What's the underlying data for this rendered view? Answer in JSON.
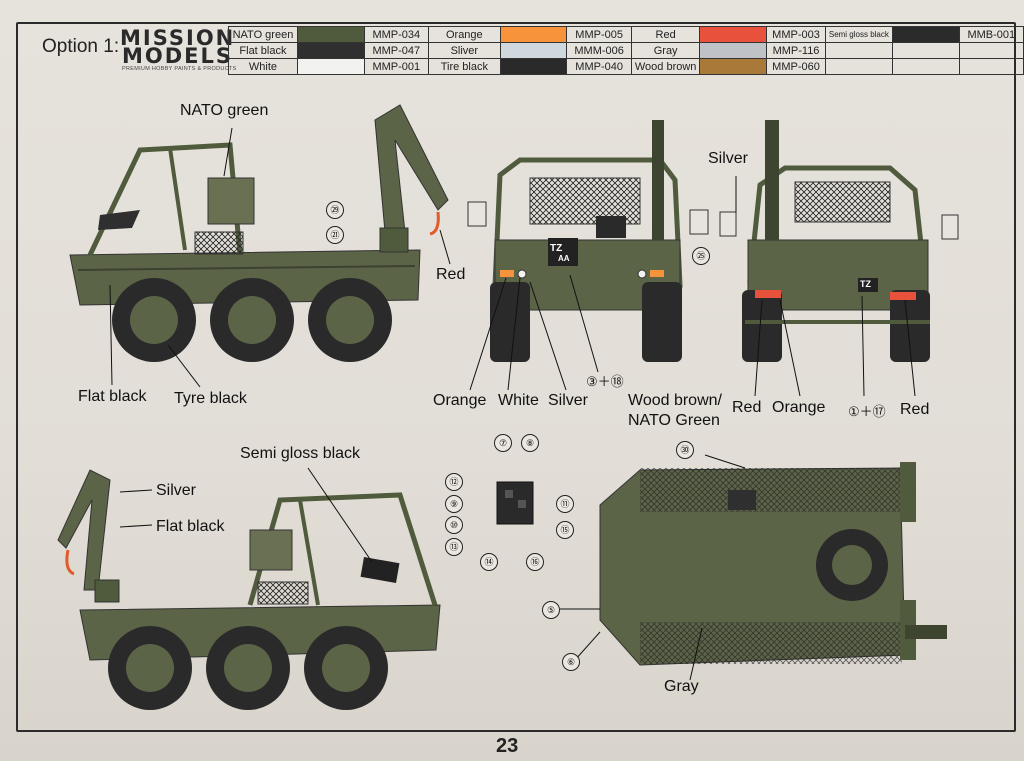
{
  "header": {
    "option": "Option 1:",
    "brand_line1": "MISSION",
    "brand_line2": "MODELS",
    "brand_tagline": "PREMIUM HOBBY PAINTS & PRODUCTS"
  },
  "palette": [
    [
      {
        "name": "NATO green",
        "color": "#4f5b3c",
        "code": "MMP-034"
      },
      {
        "name": "Orange",
        "color": "#f7943b",
        "code": "MMP-005"
      },
      {
        "name": "Red",
        "color": "#e8513c",
        "code": "MMP-003"
      },
      {
        "name": "Semi gloss black",
        "color": "#2b2b2b",
        "code": "MMB-001"
      }
    ],
    [
      {
        "name": "Flat black",
        "color": "#2f2f2f",
        "code": "MMP-047"
      },
      {
        "name": "Sliver",
        "color": "#cfd8dc",
        "code": "MMM-006"
      },
      {
        "name": "Gray",
        "color": "#bfc3c7",
        "code": "MMP-116"
      },
      {
        "name": "",
        "color": "",
        "code": ""
      }
    ],
    [
      {
        "name": "White",
        "color": "#f2f2f0",
        "code": "MMP-001"
      },
      {
        "name": "Tire black",
        "color": "#2a2a2a",
        "code": "MMP-040"
      },
      {
        "name": "Wood brown",
        "color": "#a9793a",
        "code": "MMP-060"
      },
      {
        "name": "",
        "color": "",
        "code": ""
      }
    ]
  ],
  "labels": {
    "nato_green": "NATO green",
    "red_hook": "Red",
    "flat_black": "Flat black",
    "tyre_black": "Tyre black",
    "silver_rear": "Silver",
    "orange_front": "Orange",
    "white_front": "White",
    "silver_front": "Silver",
    "wood_brown": "Wood brown/",
    "nato_green2": "NATO Green",
    "red_rear1": "Red",
    "orange_rear": "Orange",
    "red_rear2": "Red",
    "semi_gloss": "Semi gloss black",
    "silver_crane": "Silver",
    "flat_black_crane": "Flat black",
    "gray": "Gray",
    "front_ref": "③＋⑱",
    "rear_ref": "①＋⑰",
    "plate_front_1": "TZ",
    "plate_front_2": "AA",
    "plate_rear": "TZ"
  },
  "callouts": [
    "㉙",
    "㉑",
    "㉕",
    "⑦",
    "⑧",
    "⑫",
    "⑨",
    "⑩",
    "⑬",
    "⑭",
    "⑯",
    "⑮",
    "⑪",
    "㉚",
    "⑤",
    "⑥"
  ],
  "page_number": "23"
}
